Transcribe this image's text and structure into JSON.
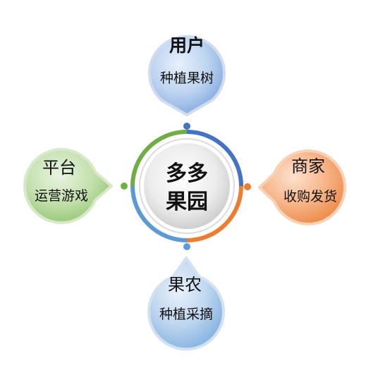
{
  "center": {
    "line1": "多多",
    "line2": "果园"
  },
  "nodes": {
    "top": {
      "title": "用户",
      "subtitle": "种植果树"
    },
    "right": {
      "title": "商家",
      "subtitle": "收购发货"
    },
    "bottom": {
      "title": "果农",
      "subtitle": "种植采摘"
    },
    "left": {
      "title": "平台",
      "subtitle": "运营游戏"
    }
  },
  "colors": {
    "blue": "#4472c4",
    "orange": "#ed7d31",
    "green": "#70ad47",
    "light_blue": "#5b9bd5"
  }
}
